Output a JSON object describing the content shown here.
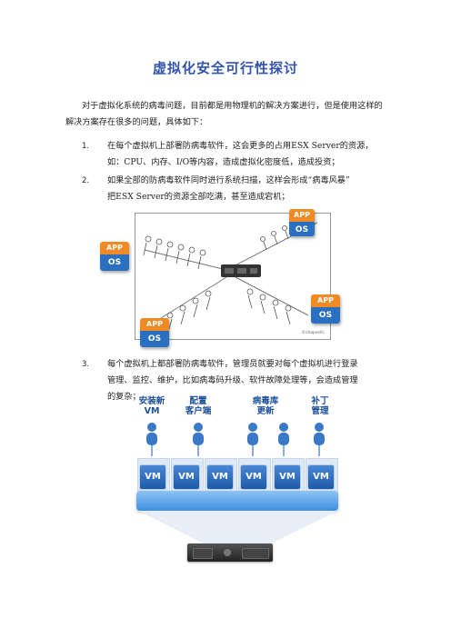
{
  "title": "虚拟化安全可行性探讨",
  "intro": "对于虚拟化系统的病毒问题，目前都是用物理机的解决方案进行，但是使用这样的解决方案存在很多的问题，具体如下：",
  "items": [
    {
      "num": "1.",
      "line1": "在每个虚拟机上部署防病毒软件，这会更多的占用ESX Server的资源，",
      "line2": "如：CPU、内存、I/O等内容，造成虚拟化密度低，造成投资；"
    },
    {
      "num": "2.",
      "line1": "如果全部的防病毒软件同时进行系统扫描，这样会形成“病毒风暴”",
      "line2": "把ESX Server的资源全部吃满，甚至造成宕机；"
    },
    {
      "num": "3.",
      "line1": "每个虚拟机上都部署防病毒软件，管理员就要对每个虚拟机进行登录",
      "line2": "管理、监控、维护，比如病毒码升级、软件故障处理等，会造成管理",
      "line3": "的复杂；"
    }
  ],
  "figure1": {
    "os_badges": [
      {
        "app": "APP",
        "os": "OS"
      },
      {
        "app": "APP",
        "os": "OS"
      },
      {
        "app": "APP",
        "os": "OS"
      },
      {
        "app": "APP",
        "os": "OS"
      }
    ],
    "credit": "©shapesllc"
  },
  "figure2": {
    "labels": [
      {
        "l1": "安装新",
        "l2": "VM"
      },
      {
        "l1": "配置",
        "l2": "客户端"
      },
      {
        "l1": "病毒库",
        "l2": "更新"
      },
      {
        "l1": "补丁",
        "l2": "管理"
      }
    ],
    "vms": [
      "VM",
      "VM",
      "VM",
      "VM",
      "VM",
      "VM"
    ],
    "colors": {
      "label": "#1b4f98",
      "vm": "#2a6fc0",
      "bar": "#5aa6ea",
      "app": "#f08a24",
      "os": "#2a6fc0"
    }
  }
}
